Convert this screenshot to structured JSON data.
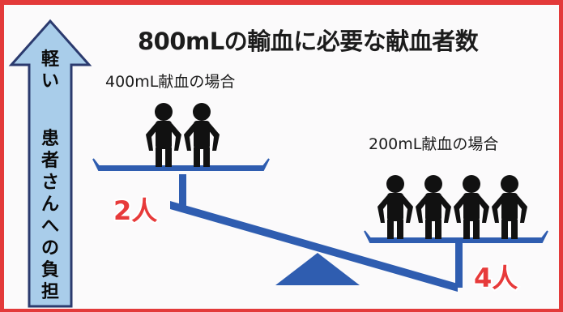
{
  "title": "800mLの輸血に必要な献血者数",
  "scale": {
    "left_label": "400mL献血の場合",
    "right_label": "200mL献血の場合",
    "left_count": "2人",
    "right_count": "4人",
    "left_people": 2,
    "right_people": 4
  },
  "arrow": {
    "top_text": "軽い",
    "bottom_text": "患者さんへの負担"
  },
  "colors": {
    "frame": "#e33a3a",
    "beam": "#2f5db0",
    "arrow_fill": "#a9cdea",
    "count_text": "#e73a3a"
  }
}
